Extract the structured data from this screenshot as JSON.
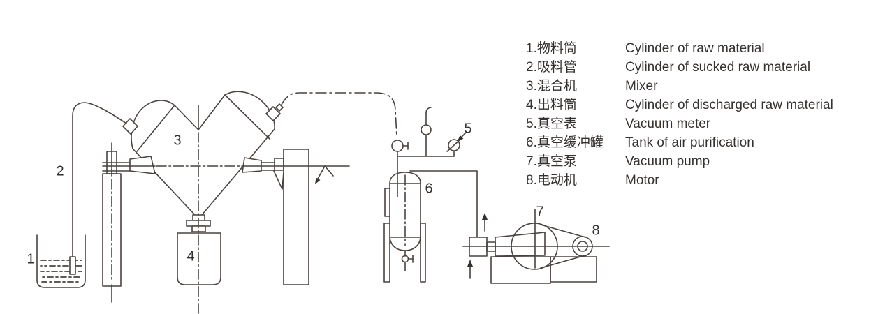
{
  "figure": {
    "type": "equipment-schematic",
    "description": "V-type mixer vacuum feeding system diagram"
  },
  "legend": {
    "items": [
      {
        "zh": "1.物料筒",
        "en": "Cylinder of raw material"
      },
      {
        "zh": "2.吸料管",
        "en": "Cylinder of sucked raw material"
      },
      {
        "zh": "3.混合机",
        "en": "Mixer"
      },
      {
        "zh": "4.出料筒",
        "en": "Cylinder of discharged raw material"
      },
      {
        "zh": "5.真空表",
        "en": "Vacuum meter"
      },
      {
        "zh": "6.真空缓冲罐",
        "en": "Tank of air purification"
      },
      {
        "zh": "7.真空泵",
        "en": "Vacuum pump"
      },
      {
        "zh": "8.电动机",
        "en": "Motor"
      }
    ]
  },
  "diagram": {
    "labels": [
      {
        "text": "1"
      },
      {
        "text": "2"
      },
      {
        "text": "3"
      },
      {
        "text": "4"
      },
      {
        "text": "5"
      },
      {
        "text": "6"
      },
      {
        "text": "7"
      },
      {
        "text": "8"
      }
    ]
  },
  "colors": {
    "line": "#4a423e",
    "text": "#35312f",
    "background": "#ffffff"
  }
}
